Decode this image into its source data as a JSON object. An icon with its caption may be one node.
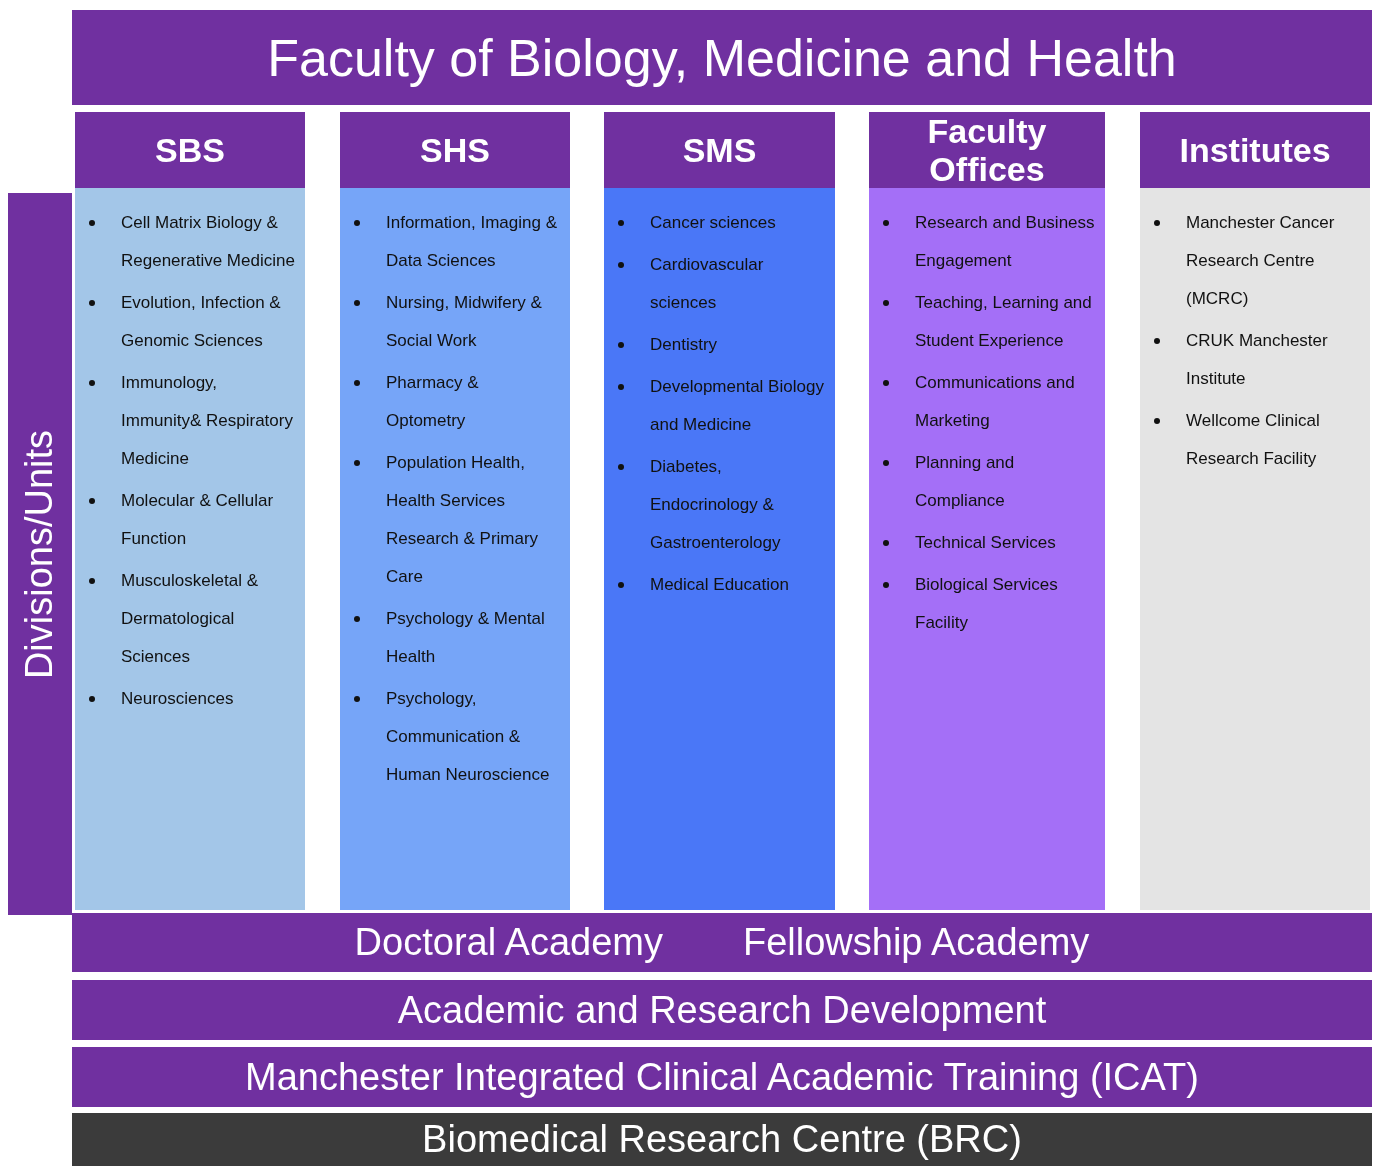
{
  "diagram": {
    "nodes": [
      {
        "text": [
          "Faculty of Biology, Medicine and Health"
        ]
      },
      {
        "text": [
          "SBS"
        ]
      },
      {
        "text": [
          "Cell Matrix Biology & Regenerative Medicine",
          "Evolution, Infection & Genomic Sciences",
          "Immunology, Immunity& Respiratory Medicine",
          "Molecular & Cellular Function",
          "Musculoskeletal & Dermatological Sciences",
          "Neurosciences"
        ]
      },
      {
        "text": [
          "SHS"
        ]
      },
      {
        "text": [
          "Information, Imaging & Data Sciences",
          "Nursing, Midwifery & Social Work",
          "Pharmacy & Optometry",
          "Population Health, Health Services Research & Primary Care",
          "Psychology & Mental Health",
          "Psychology, Communication & Human Neuroscience"
        ]
      },
      {
        "text": [
          "SMS"
        ]
      },
      {
        "text": [
          "Cancer sciences",
          "Cardiovascular sciences",
          "Dentistry",
          "Developmental Biology and Medicine",
          "Diabetes, Endocrinology & Gastroenterology",
          "Medical Education"
        ]
      },
      {
        "text": [
          "Faculty Offices"
        ]
      },
      {
        "text": [
          "Research and Business Engagement",
          "Teaching, Learning and Student Experience",
          "Communications and Marketing",
          "Planning and Compliance",
          "Technical Services",
          "Biological Services Facility"
        ]
      },
      {
        "text": [
          "Institutes"
        ]
      },
      {
        "text": [
          "Manchester Cancer Research Centre (MCRC)",
          "CRUK Manchester Institute",
          "Wellcome Clinical Research Facility"
        ]
      },
      {
        "text": [
          "Divisions/Units"
        ]
      },
      {
        "text": [
          "Doctoral Academy",
          "Fellowship Academy"
        ]
      },
      {
        "text": [
          "Academic and Research Development"
        ]
      },
      {
        "text": [
          "Manchester Integrated Clinical Academic Training (ICAT)"
        ]
      },
      {
        "text": [
          "Biomedical Research Centre (BRC)"
        ]
      }
    ]
  }
}
